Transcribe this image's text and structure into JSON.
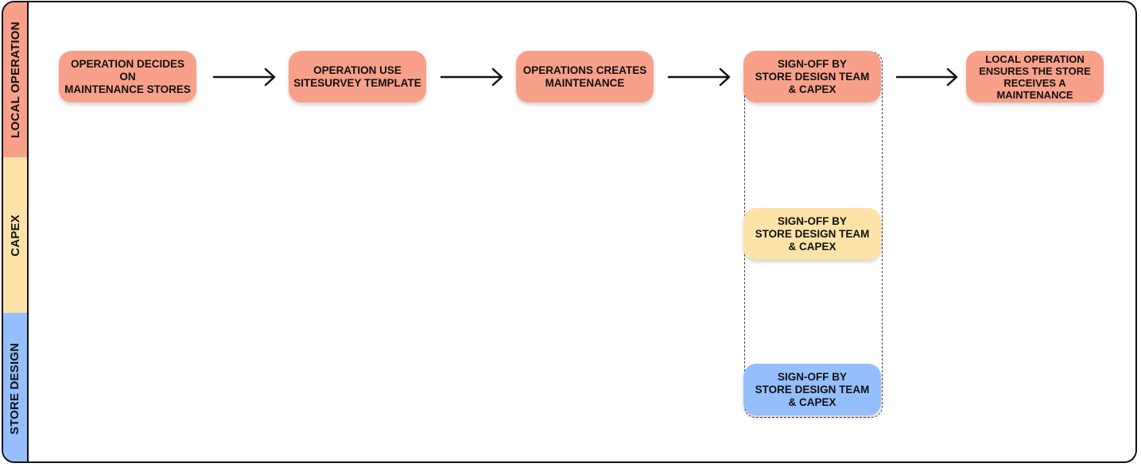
{
  "lanes": [
    {
      "label": "LOCAL OPERATION",
      "color": "#F8A08A"
    },
    {
      "label": "CAPEX",
      "color": "#FDE3A7"
    },
    {
      "label": "STORE DESIGN",
      "color": "#95BEFC"
    }
  ],
  "nodes": {
    "step1": "OPERATION DECIDES ON\nMAINTENANCE STORES",
    "step2": "OPERATION USE\nSITESURVEY TEMPLATE",
    "step3": "OPERATIONS CREATES\nMAINTENANCE",
    "step4_local": "SIGN-OFF BY\nSTORE DESIGN TEAM\n& CAPEX",
    "step4_capex": "SIGN-OFF BY\nSTORE DESIGN TEAM\n& CAPEX",
    "step4_store_design": "SIGN-OFF BY\nSTORE DESIGN TEAM\n& CAPEX",
    "step5": "LOCAL OPERATION\nENSURES THE STORE\nRECEIVES A\nMAINTENANCE"
  },
  "colors": {
    "local_operation": "#F8A08A",
    "capex": "#FDE3A7",
    "store_design": "#95BEFC",
    "stroke": "#111111"
  },
  "arrow_icon": "right-arrow-icon"
}
